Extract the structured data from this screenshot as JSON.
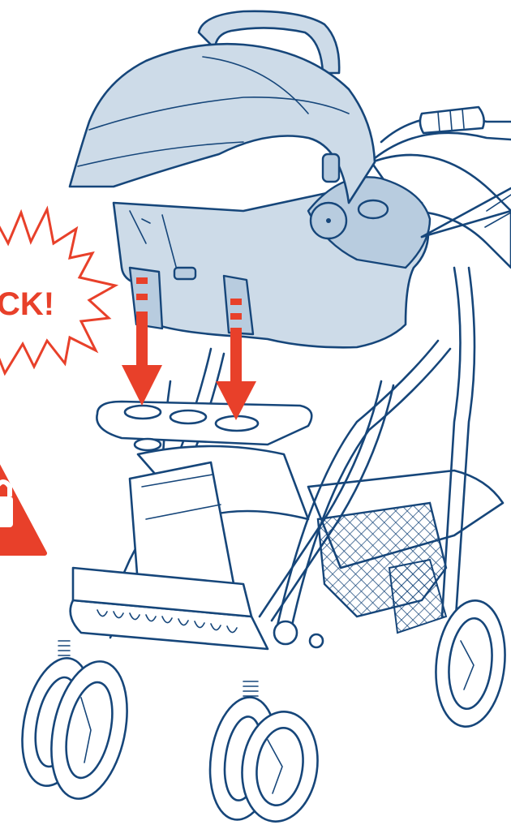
{
  "callout": {
    "text": "CK!"
  },
  "colors": {
    "line": "#16467a",
    "accent": "#e8402a",
    "seat_fill": "#cddbe8",
    "background": "#ffffff"
  },
  "icons": [
    "click-burst",
    "warning-triangle",
    "padlock-icon",
    "down-arrow"
  ]
}
